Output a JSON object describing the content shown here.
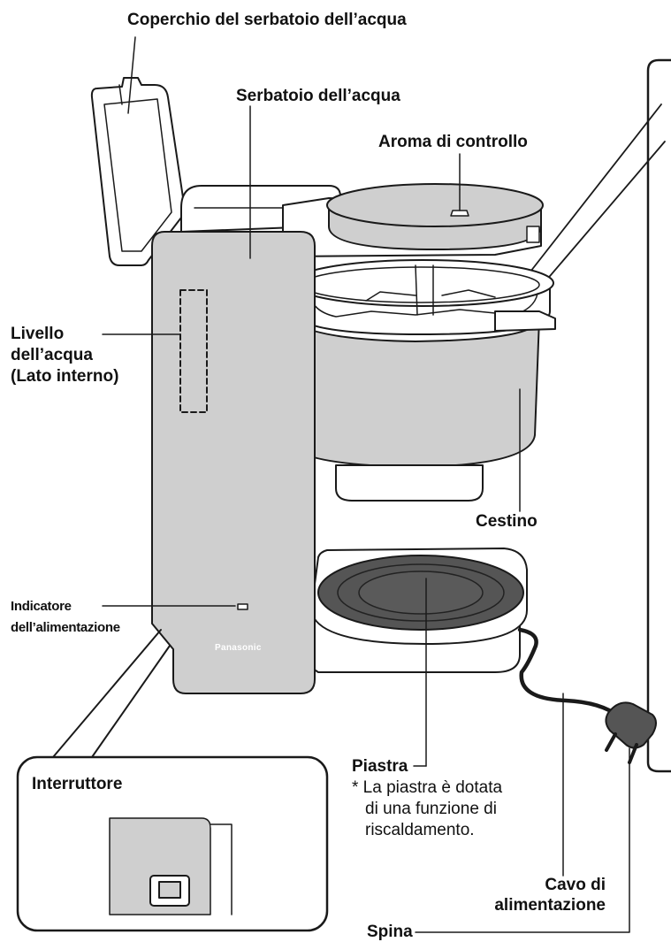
{
  "labels": {
    "lid": "Coperchio del serbatoio dell’acqua",
    "tank": "Serbatoio dell’acqua",
    "aroma": "Aroma di controllo",
    "level_1": "Livello",
    "level_2": "dell’acqua",
    "level_3": "(Lato interno)",
    "basket": "Cestino",
    "power_ind_1": "Indicatore",
    "power_ind_2": "dell’alimentazione",
    "switch": "Interruttore",
    "plate": "Piastra",
    "plate_note_1": "* La piastra è dotata",
    "plate_note_2": "di una funzione di",
    "plate_note_3": "riscaldamento.",
    "cord_1": "Cavo di",
    "cord_2": "alimentazione",
    "plug": "Spina"
  },
  "brand": "Panasonic",
  "colors": {
    "body": "#cfcfcf",
    "outline": "#1a1a1a",
    "plate": "#555555",
    "white": "#ffffff"
  }
}
